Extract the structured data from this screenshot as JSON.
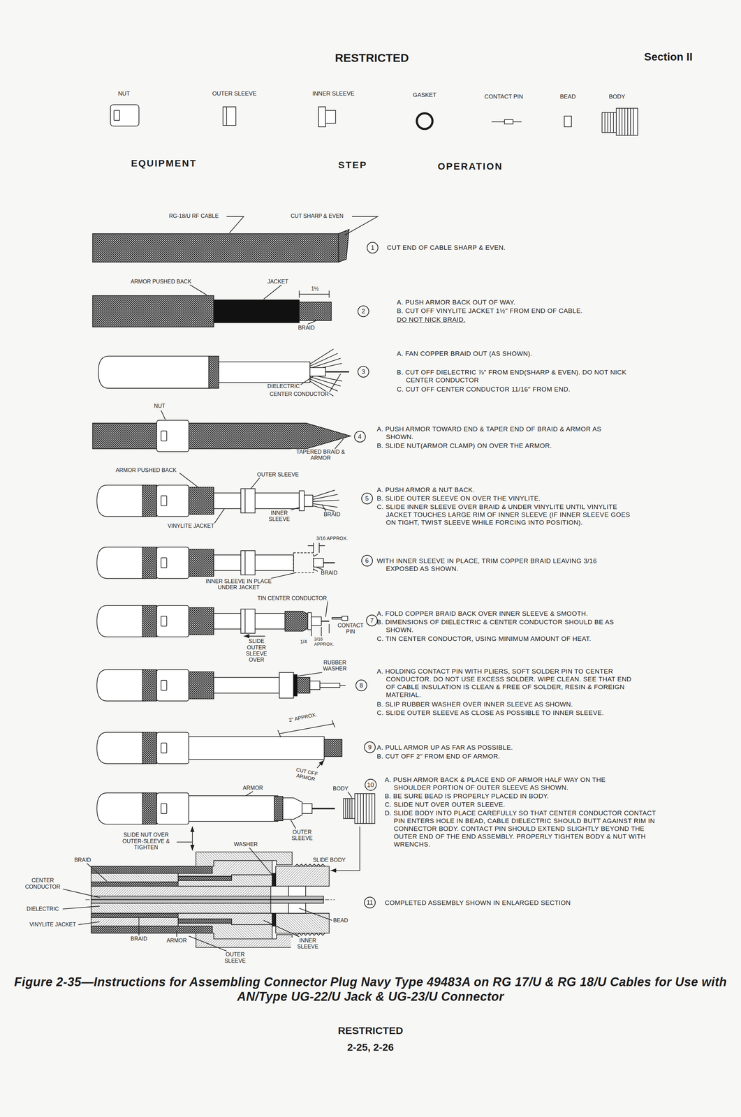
{
  "diagram": {
    "caption": "Figure 2-35—Instructions for Assembling Connector Plug Navy Type 49483A on RG 17/U & RG 18/U Cables for Use with AN/Type UG-22/U Jack & UG-23/U Connector",
    "nodes": [
      {
        "text": [
          "1"
        ]
      },
      {
        "text": [
          "2"
        ]
      },
      {
        "text": [
          "3"
        ]
      },
      {
        "text": [
          "4"
        ]
      },
      {
        "text": [
          "5"
        ]
      },
      {
        "text": [
          "6"
        ]
      },
      {
        "text": [
          "7"
        ]
      },
      {
        "text": [
          "8"
        ]
      },
      {
        "text": [
          "9"
        ]
      },
      {
        "text": [
          "10"
        ]
      },
      {
        "text": [
          "11"
        ]
      }
    ],
    "labels": [
      "RESTRICTED",
      "Section II",
      "NUT",
      "OUTER SLEEVE",
      "INNER SLEEVE",
      "GASKET",
      "CONTACT PIN",
      "BEAD",
      "BODY",
      "EQUIPMENT",
      "STEP",
      "OPERATION",
      "RG-18/U RF CABLE",
      "CUT SHARP & EVEN",
      "CUT END OF CABLE SHARP & EVEN.",
      "ARMOR PUSHED BACK",
      "JACKET",
      "1½",
      "BRAID",
      "A. PUSH ARMOR BACK OUT OF WAY.",
      "B. CUT OFF VINYLITE JACKET 1½\" FROM END OF CABLE.",
      "DO NOT NICK BRAID.",
      "DIELECTRIC",
      "CENTER CONDUCTOR",
      "A. FAN COPPER BRAID OUT (AS SHOWN).",
      "B. CUT OFF DIELECTRIC ⅞\" FROM END(SHARP & EVEN). DO NOT NICK CENTER CONDUCTOR",
      "C. CUT OFF CENTER CONDUCTOR 11/16\" FROM END.",
      "NUT",
      "TAPERED BRAID & ARMOR",
      "A. PUSH ARMOR TOWARD END & TAPER END OF BRAID & ARMOR AS SHOWN.",
      "B. SLIDE NUT(ARMOR CLAMP) ON OVER THE ARMOR.",
      "ARMOR PUSHED BACK",
      "OUTER SLEEVE",
      "INNER SLEEVE",
      "VINYLITE JACKET",
      "BRAID",
      "A. PUSH ARMOR & NUT BACK.",
      "B. SLIDE OUTER SLEEVE ON OVER THE VINYLITE.",
      "C. SLIDE INNER SLEEVE OVER BRAID & UNDER VINYLITE UNTIL VINYLITE JACKET TOUCHES LARGE RIM OF INNER SLEEVE (IF INNER SLEEVE GOES ON TIGHT, TWIST SLEEVE WHILE FORCING INTO POSITION).",
      "3/16 APPROX.",
      "BRAID",
      "INNER SLEEVE IN PLACE UNDER JACKET",
      "WITH INNER SLEEVE IN PLACE, TRIM COPPER BRAID LEAVING 3/16 EXPOSED AS SHOWN.",
      "TIN CENTER CONDUCTOR",
      "CONTACT PIN",
      "1/4",
      "3/16 APPROX.",
      "SLIDE OUTER SLEEVE OVER",
      "A. FOLD COPPER BRAID BACK OVER INNER SLEEVE & SMOOTH.",
      "B. DIMENSIONS OF DIELECTRIC & CENTER CONDUCTOR SHOULD BE AS SHOWN.",
      "C. TIN CENTER CONDUCTOR, USING MINIMUM AMOUNT OF HEAT.",
      "RUBBER WASHER",
      "A. HOLDING CONTACT PIN WITH PLIERS, SOFT SOLDER PIN TO CENTER CONDUCTOR. DO NOT USE EXCESS SOLDER. WIPE CLEAN. SEE THAT END OF CABLE INSULATION IS CLEAN & FREE OF SOLDER, RESIN & FOREIGN MATERIAL.",
      "B. SLIP RUBBER WASHER OVER INNER SLEEVE AS SHOWN.",
      "C. SLIDE OUTER SLEEVE AS CLOSE AS POSSIBLE TO INNER SLEEVE.",
      "2\" APPROX.",
      "CUT OFF ARMOR",
      "A. PULL ARMOR UP AS FAR AS POSSIBLE.",
      "B. CUT OFF 2\" FROM END OF ARMOR.",
      "ARMOR",
      "BODY",
      "OUTER SLEEVE",
      "SLIDE NUT OVER OUTER-SLEEVE & TIGHTEN",
      "WASHER",
      "SLIDE BODY",
      "A. PUSH ARMOR BACK & PLACE END OF ARMOR HALF WAY ON THE SHOULDER PORTION OF OUTER SLEEVE AS SHOWN.",
      "B. BE SURE BEAD IS PROPERLY PLACED IN BODY.",
      "C. SLIDE NUT OVER OUTER SLEEVE.",
      "D. SLIDE BODY INTO PLACE CAREFULLY SO THAT CENTER CONDUCTOR CONTACT PIN ENTERS HOLE IN BEAD, CABLE DIELECTRIC SHOULD BUTT AGAINST RIM IN CONNECTOR BODY. CONTACT PIN SHOULD EXTEND SLIGHTLY BEYOND THE OUTER END OF THE END ASSEMBLY. PROPERLY TIGHTEN BODY & NUT WITH WRENCHS.",
      "BRAID",
      "CENTER CONDUCTOR",
      "DIELECTRIC",
      "VINYLITE JACKET",
      "BRAID",
      "ARMOR",
      "OUTER SLEEVE",
      "INNER SLEEVE",
      "BEAD",
      "COMPLETED ASSEMBLY SHOWN IN ENLARGED SECTION",
      "RESTRICTED",
      "2-25, 2-26"
    ]
  }
}
